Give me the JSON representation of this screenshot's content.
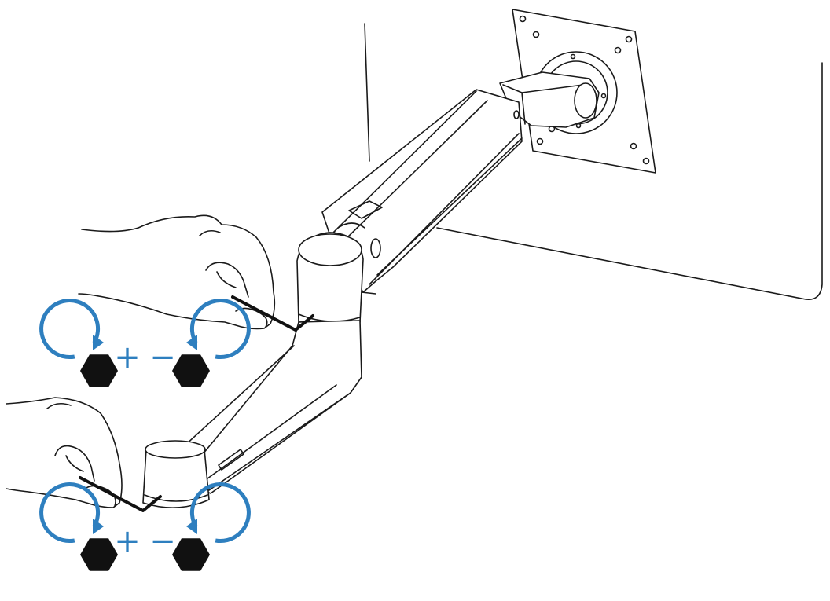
{
  "colors": {
    "line": "#1a1a1a",
    "accent": "#2e7fbf",
    "hex": "#111111",
    "background": "#ffffff"
  },
  "icons": [
    {
      "name": "tighten-clockwise-icon",
      "symbol": "+",
      "direction": "clockwise",
      "row": "upper"
    },
    {
      "name": "loosen-counterclockwise-icon",
      "symbol": "−",
      "direction": "counterclockwise",
      "row": "upper"
    },
    {
      "name": "tighten-clockwise-icon",
      "symbol": "+",
      "direction": "clockwise",
      "row": "lower"
    },
    {
      "name": "loosen-counterclockwise-icon",
      "symbol": "−",
      "direction": "counterclockwise",
      "row": "lower"
    }
  ]
}
